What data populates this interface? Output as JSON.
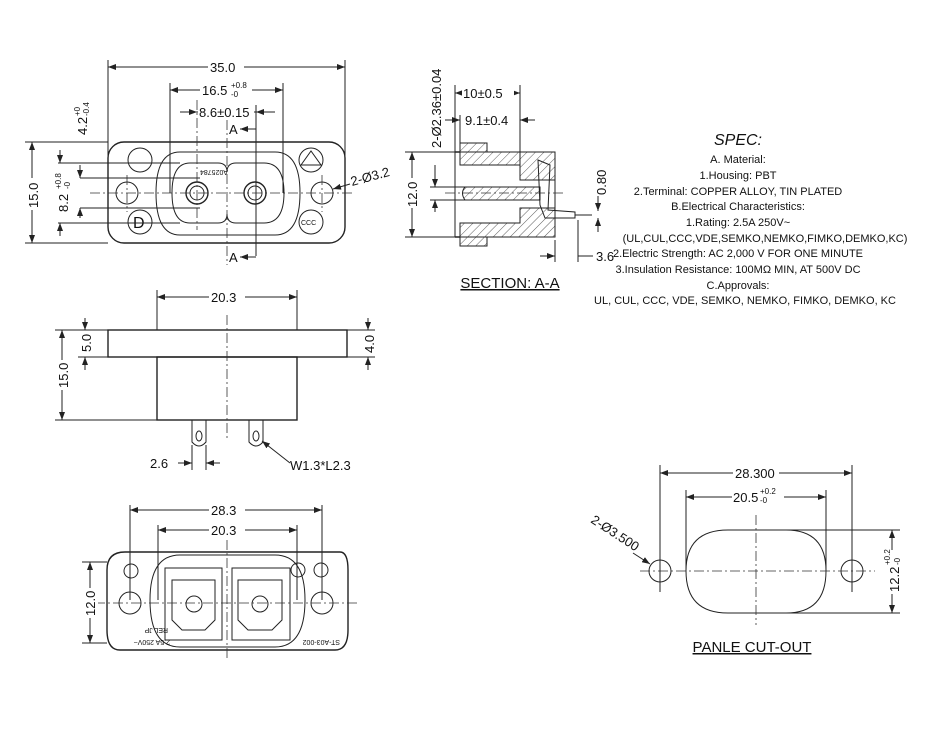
{
  "top_view": {
    "dim_width": "35.0",
    "dim_inner": "16.5",
    "dim_inner_tol_plus": "+0.8",
    "dim_inner_tol_minus": "-0",
    "dim_pin_pitch": "8.6±0.15",
    "dim_height": "15.0",
    "dim_inner_height": "8.2",
    "dim_inner_height_tol_plus": "+0.8",
    "dim_inner_height_tol_minus": "-0",
    "dim_offset": "4.2",
    "dim_offset_tol_plus": "+0",
    "dim_offset_tol_minus": "-0.4",
    "dim_holes": "2-Ø3.2",
    "section_mark": "A",
    "part_marking": "A025784"
  },
  "section_view": {
    "dim_depth": "10±0.5",
    "dim_inner_depth": "9.1±0.4",
    "dim_pin_dia": "2-Ø2.36±0.04",
    "dim_height": "12.0",
    "dim_terminal": "0.80",
    "dim_tail": "3.6",
    "title": "SECTION: A-A"
  },
  "side_view": {
    "dim_body_width": "20.3",
    "dim_flange": "5.0",
    "dim_height": "15.0",
    "dim_flange_right": "4.0",
    "dim_pin_offset": "2.6",
    "dim_pin_size": "W1.3*L2.3"
  },
  "bottom_view": {
    "dim_hole_pitch": "28.3",
    "dim_body_width": "20.3",
    "dim_height": "12.0",
    "marking_rating": "2.5A 250V~",
    "marking_rel": "REL JP",
    "marking_part": "ST-A03-002"
  },
  "cutout": {
    "dim_hole_pitch": "28.300",
    "dim_width": "20.5",
    "dim_width_tol_plus": "+0.2",
    "dim_width_tol_minus": "-0",
    "dim_height": "12.2",
    "dim_height_tol_plus": "+0.2",
    "dim_height_tol_minus": "-0",
    "dim_holes": "2-Ø3.500",
    "title": "PANLE CUT-OUT"
  },
  "spec": {
    "heading": "SPEC:",
    "lines": [
      "A. Material:",
      "1.Housing: PBT",
      "2.Terminal: COPPER ALLOY, TIN PLATED",
      "B.Electrical Characteristics:",
      "1.Rating:  2.5A 250V~",
      "(UL,CUL,CCC,VDE,SEMKO,NEMKO,FIMKO,DEMKO,KC)",
      "2.Electric Strength: AC 2,000 V FOR ONE MINUTE",
      "3.Insulation Resistance: 100MΩ MIN, AT 500V DC",
      "C.Approvals:",
      "UL, CUL, CCC, VDE, SEMKO, NEMKO, FIMKO, DEMKO, KC"
    ]
  }
}
